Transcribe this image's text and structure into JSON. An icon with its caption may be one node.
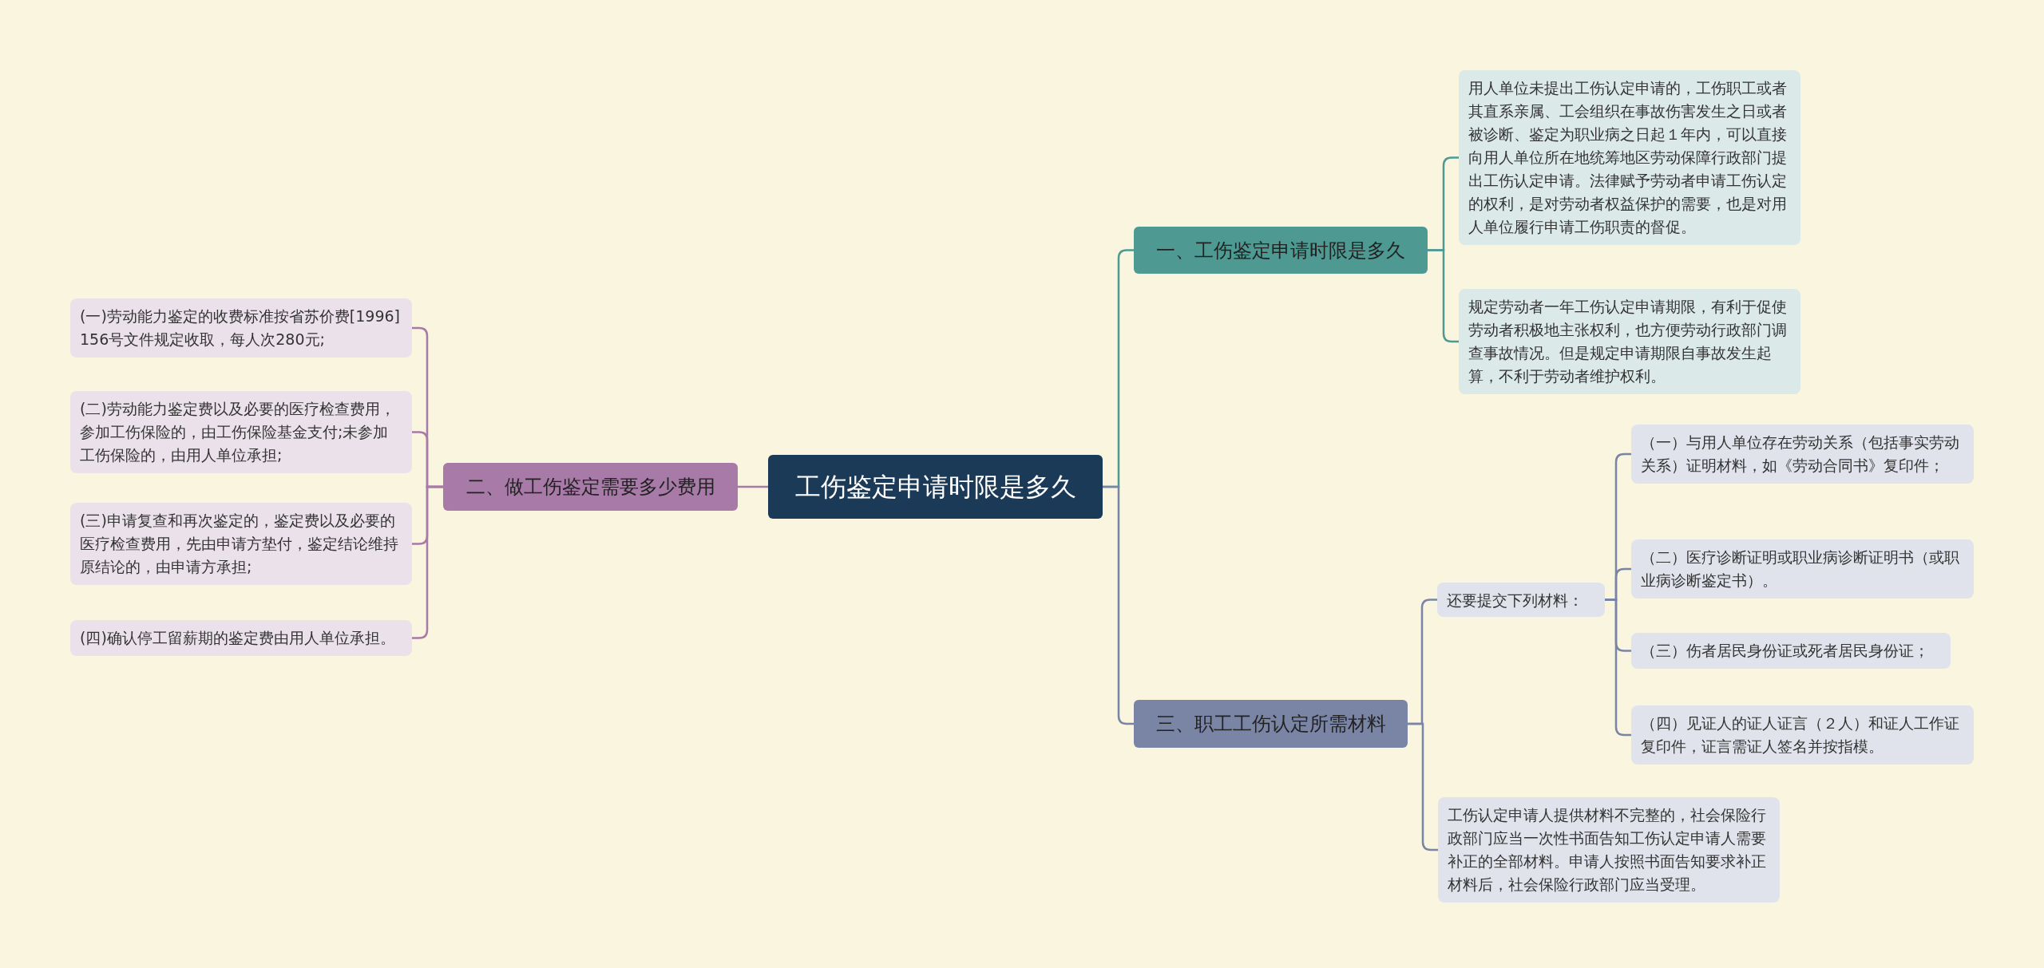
{
  "diagram": {
    "nodes": [
      {
        "text": [
          "工伤鉴定申请时限是多久"
        ]
      },
      {
        "text": [
          "一、工伤鉴定申请时限是多久"
        ]
      },
      {
        "text": [
          "用人单位未提出工伤认定申请的，工伤职工或者其直系亲属、工会组织在事故伤害发生之日或者被诊断、鉴定为职业病之日起１年内，可以直接向用人单位所在地统筹地区劳动保障行政部门提出工伤认定申请。法律赋予劳动者申请工伤认定的权利，是对劳动者权益保护的需要，也是对用人单位履行申请工伤职责的督促。"
        ]
      },
      {
        "text": [
          "规定劳动者一年工伤认定申请期限，有利于促使劳动者积极地主张权利，也方便劳动行政部门调查事故情况。但是规定申请期限自事故发生起算，不利于劳动者维护权利。"
        ]
      },
      {
        "text": [
          "二、做工伤鉴定需要多少费用"
        ]
      },
      {
        "text": [
          "(一)劳动能力鉴定的收费标准按省苏价费[1996]156号文件规定收取，每人次280元;"
        ]
      },
      {
        "text": [
          "(二)劳动能力鉴定费以及必要的医疗检查费用，参加工伤保险的，由工伤保险基金支付;未参加工伤保险的，由用人单位承担;"
        ]
      },
      {
        "text": [
          "(三)申请复查和再次鉴定的，鉴定费以及必要的医疗检查费用，先由申请方垫付，鉴定结论维持原结论的，由申请方承担;"
        ]
      },
      {
        "text": [
          "(四)确认停工留薪期的鉴定费由用人单位承担。"
        ]
      },
      {
        "text": [
          "三、职工工伤认定所需材料"
        ]
      },
      {
        "text": [
          "还要提交下列材料："
        ]
      },
      {
        "text": [
          "（一）与用人单位存在劳动关系（包括事实劳动关系）证明材料，如《劳动合同书》复印件；"
        ]
      },
      {
        "text": [
          "（二）医疗诊断证明或职业病诊断证明书（或职业病诊断鉴定书）。"
        ]
      },
      {
        "text": [
          "（三）伤者居民身份证或死者居民身份证；"
        ]
      },
      {
        "text": [
          "（四）见证人的证人证言（２人）和证人工作证复印件，证言需证人签名并按指模。"
        ]
      },
      {
        "text": [
          "工伤认定申请人提供材料不完整的，社会保险行政部门应当一次性书面告知工伤认定申请人需要补正的全部材料。申请人按照书面告知要求补正材料后，社会保险行政部门应当受理。"
        ]
      }
    ],
    "edges": [
      {
        "from": 0,
        "to": 1,
        "arrow": "none",
        "color": "#4e9a93"
      },
      {
        "from": 1,
        "to": 2,
        "arrow": "none",
        "color": "#4e9a93"
      },
      {
        "from": 1,
        "to": 3,
        "arrow": "none",
        "color": "#4e9a93"
      },
      {
        "from": 0,
        "to": 4,
        "arrow": "none",
        "color": "#a77aa8"
      },
      {
        "from": 4,
        "to": 5,
        "arrow": "none",
        "color": "#a77aa8"
      },
      {
        "from": 4,
        "to": 6,
        "arrow": "none",
        "color": "#a77aa8"
      },
      {
        "from": 4,
        "to": 7,
        "arrow": "none",
        "color": "#a77aa8"
      },
      {
        "from": 4,
        "to": 8,
        "arrow": "none",
        "color": "#a77aa8"
      },
      {
        "from": 0,
        "to": 9,
        "arrow": "none"
      },
      {
        "from": 9,
        "to": 10,
        "arrow": "none"
      },
      {
        "from": 10,
        "to": 11,
        "arrow": "none"
      },
      {
        "from": 10,
        "to": 12,
        "arrow": "none"
      },
      {
        "from": 10,
        "to": 13,
        "arrow": "none"
      },
      {
        "from": 10,
        "to": 14,
        "arrow": "none"
      },
      {
        "from": 9,
        "to": 15,
        "arrow": "none"
      }
    ]
  }
}
